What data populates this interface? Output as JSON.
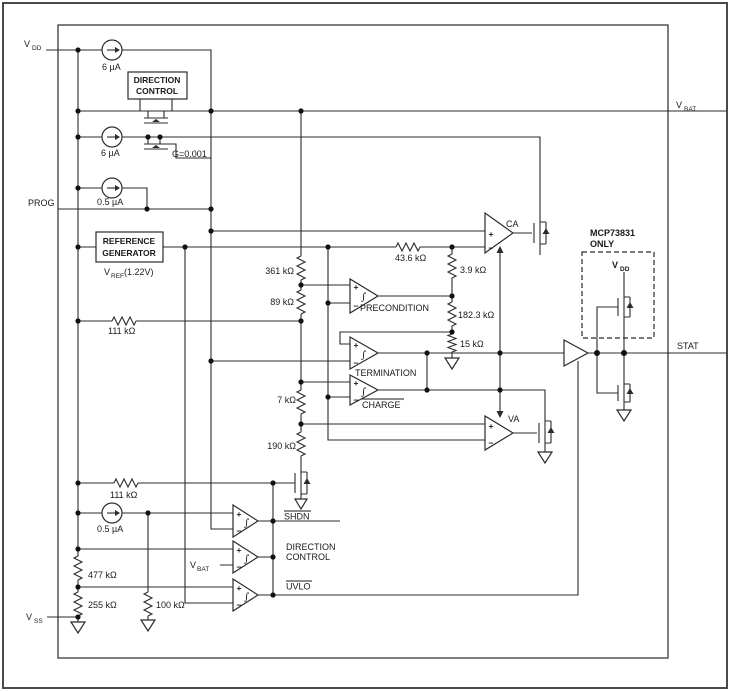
{
  "pins": {
    "vdd_main": "V",
    "vdd_sub": "DD",
    "vbat_main": "V",
    "vbat_sub": "BAT",
    "prog": "PROG",
    "vss_main": "V",
    "vss_sub": "SS",
    "stat": "STAT"
  },
  "sources": {
    "i_6ua_1": "6 µA",
    "i_6ua_2": "6 µA",
    "i_05ua_1": "0.5 µA",
    "i_05ua_2": "0.5 µA"
  },
  "transistors": {
    "gain_label": "G=0.001"
  },
  "blocks": {
    "direction_control_1": "DIRECTION",
    "direction_control_2": "CONTROL",
    "ref_gen_1": "REFERENCE",
    "ref_gen_2": "GENERATOR",
    "vref_main": "V",
    "vref_sub": "REF",
    "vref_value": "(1.22V)",
    "mcp_line1": "MCP73831",
    "mcp_line2": "ONLY",
    "mcp_vdd_main": "V",
    "mcp_vdd_sub": "DD"
  },
  "resistors": {
    "r361": "361 kΩ",
    "r89": "89 kΩ",
    "r111_top": "111 kΩ",
    "r43_6": "43.6 kΩ",
    "r3_9": "3.9 kΩ",
    "r182_3": "182.3 kΩ",
    "r15": "15 kΩ",
    "r7": "7 kΩ",
    "r190": "190 kΩ",
    "r111_bottom": "111 kΩ",
    "r477": "477 kΩ",
    "r255": "255 kΩ",
    "r100": "100 kΩ"
  },
  "amplifiers": {
    "ca": "CA",
    "va": "VA",
    "precondition": "PRECONDITION",
    "termination": "TERMINATION",
    "charge": "CHARGE",
    "shdn": "SHDN",
    "direction_1": "DIRECTION",
    "direction_2": "CONTROL",
    "uvlo": "UVLO",
    "vbat_in_main": "V",
    "vbat_in_sub": "BAT"
  },
  "glyphs": {
    "integrator": "∫",
    "plus": "+",
    "minus": "−"
  },
  "colors": {
    "wire": "#2b2b2b",
    "text": "#1a1a1a",
    "border": "#4a4a4a",
    "background": "#ffffff"
  }
}
